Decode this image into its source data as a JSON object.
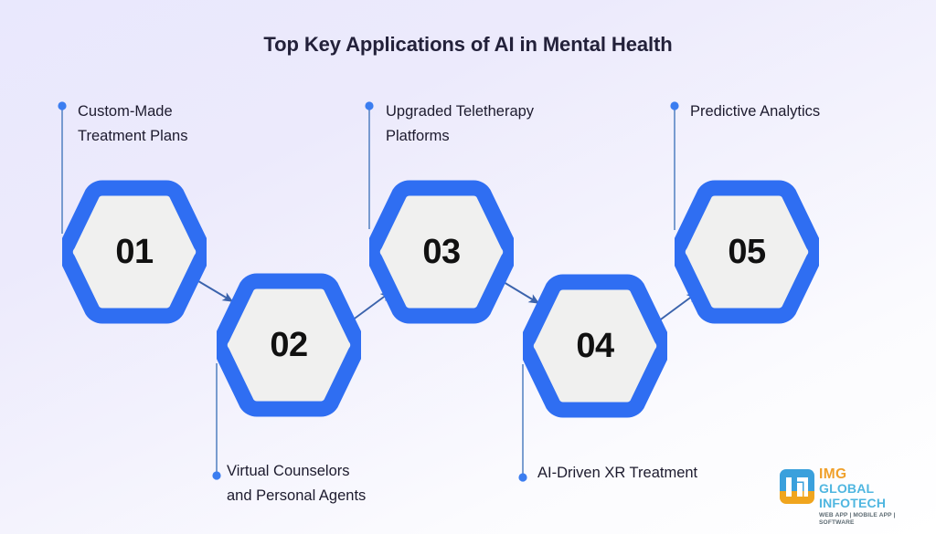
{
  "page": {
    "title": "Top Key Applications of AI in Mental Health",
    "background_from": "#e9e8fd",
    "background_to": "#ffffff",
    "accent_blue": "#2f6ef2",
    "connector_blue": "#4a7fc1",
    "hex_fill": "#f0f0ef",
    "number_color": "#111111",
    "title_color": "#23213a"
  },
  "steps": [
    {
      "number": "01",
      "label": "Custom-Made\nTreatment Plans",
      "position": "top",
      "dot_icon": "bullet-dot-icon"
    },
    {
      "number": "02",
      "label": "Virtual Counselors\nand Personal Agents",
      "position": "bottom",
      "dot_icon": "bullet-dot-icon"
    },
    {
      "number": "03",
      "label": "Upgraded Teletherapy\nPlatforms",
      "position": "top",
      "dot_icon": "bullet-dot-icon"
    },
    {
      "number": "04",
      "label": "AI-Driven XR Treatment",
      "position": "bottom",
      "dot_icon": "bullet-dot-icon"
    },
    {
      "number": "05",
      "label": "Predictive Analytics",
      "position": "top",
      "dot_icon": "bullet-dot-icon"
    }
  ],
  "logo": {
    "name_primary": "IMG",
    "name_secondary": "GLOBAL INFOTECH",
    "tagline": "WEB APP | MOBILE APP | SOFTWARE",
    "mark_color_top": "#3aa0dc",
    "mark_color_bottom": "#f0a51e",
    "primary_color": "#f0a02a",
    "secondary_color": "#4fb6e0"
  }
}
